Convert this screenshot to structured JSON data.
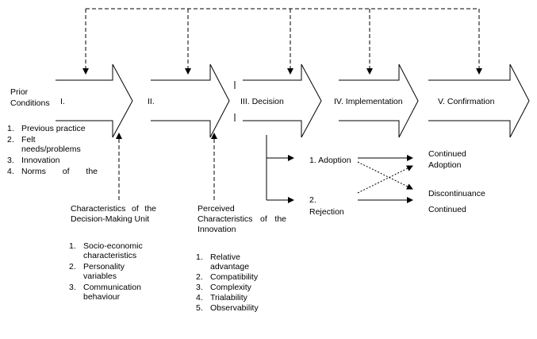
{
  "stages": [
    {
      "numeral": "I.",
      "label": ""
    },
    {
      "numeral": "II.",
      "label": ""
    },
    {
      "numeral": "III.",
      "label": "Decision"
    },
    {
      "numeral": "IV.",
      "label": "Implementation"
    },
    {
      "numeral": "V.",
      "label": "Confirmation"
    }
  ],
  "prior_conditions": {
    "title_line1": "Prior",
    "title_line2": "Conditions",
    "items": [
      {
        "num": "1.",
        "text": "Previous practice"
      },
      {
        "num": "2.",
        "text": "Felt needs/problems"
      },
      {
        "num": "3.",
        "text": "Innovation"
      },
      {
        "num": "4.",
        "text": "Norms of the"
      }
    ]
  },
  "decision_unit": {
    "title": "Characteristics of the Decision-Making Unit",
    "items": [
      {
        "num": "1.",
        "text": "Socio-economic characteristics"
      },
      {
        "num": "2.",
        "text": "Personality variables"
      },
      {
        "num": "3.",
        "text": "Communication behaviour"
      }
    ]
  },
  "innovation": {
    "title": "Perceived Characteristics of the Innovation",
    "items": [
      {
        "num": "1.",
        "text": "Relative advantage"
      },
      {
        "num": "2.",
        "text": "Compatibility"
      },
      {
        "num": "3.",
        "text": "Complexity"
      },
      {
        "num": "4.",
        "text": "Trialability"
      },
      {
        "num": "5.",
        "text": "Observability"
      }
    ]
  },
  "decision": {
    "adoption": "1.  Adoption",
    "rejection_num": "2.",
    "rejection": "Rejection"
  },
  "outcomes": {
    "continued_adoption_1": "Continued",
    "continued_adoption_2": "Adoption",
    "discontinuance": "Discontinuance",
    "continued_rejection": "Continued"
  }
}
